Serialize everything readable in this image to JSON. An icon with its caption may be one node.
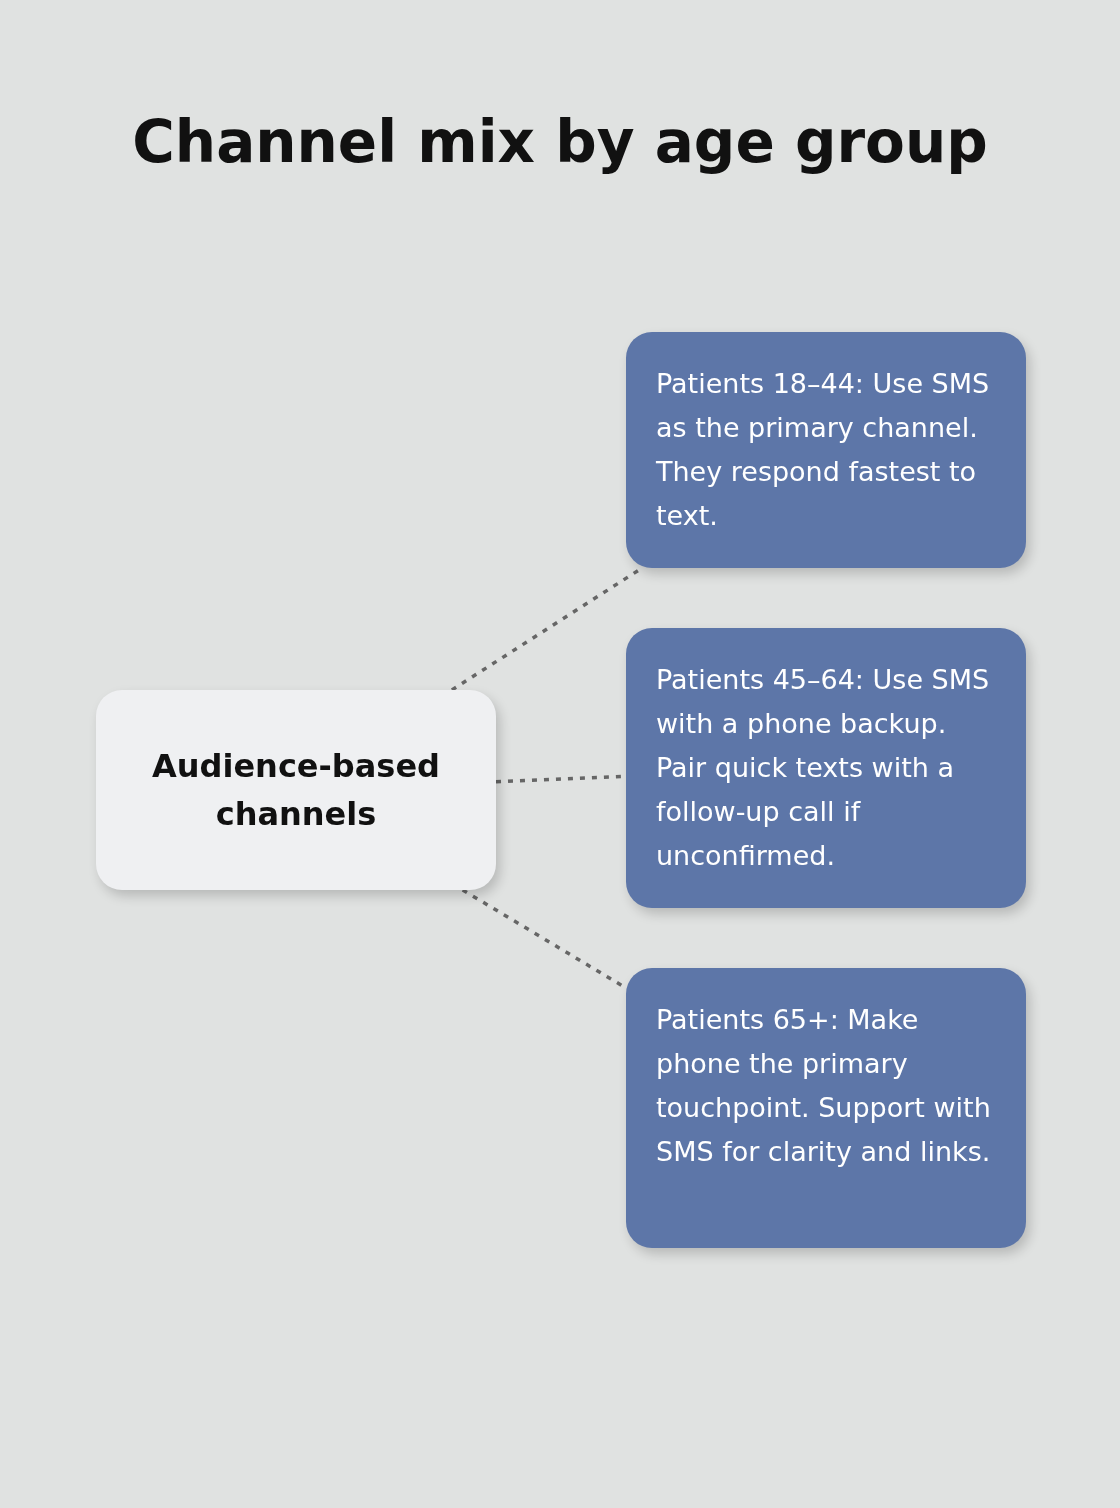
{
  "diagram": {
    "title": "Channel mix by age group",
    "nodes": [
      {
        "text": [
          "Audience-based channels"
        ]
      },
      {
        "text": [
          "Patients 18–44: Use SMS as the primary channel. They respond fastest to text."
        ]
      },
      {
        "text": [
          "Patients 45–64: Use SMS with a phone backup. Pair quick texts with a follow-up call if unconfirmed."
        ]
      },
      {
        "text": [
          "Patients 65+: Make phone the primary touchpoint. Support with SMS for clarity and links."
        ]
      }
    ],
    "edges": [
      {
        "from": 0,
        "to": 1,
        "arrow": "none",
        "style": "dashed"
      },
      {
        "from": 0,
        "to": 2,
        "arrow": "none",
        "style": "dashed"
      },
      {
        "from": 0,
        "to": 3,
        "arrow": "none",
        "style": "dashed"
      }
    ]
  }
}
